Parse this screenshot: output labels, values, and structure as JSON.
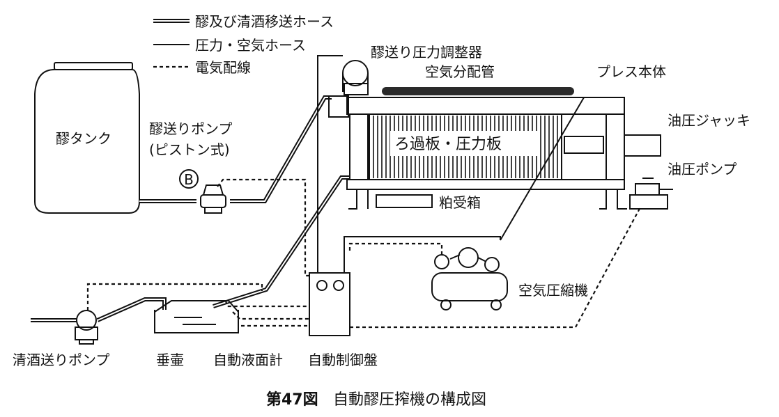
{
  "legend": {
    "hose": "醪及び清酒移送ホース",
    "air": "圧力・空気ホース",
    "wire": "電気配線"
  },
  "labels": {
    "tank": "醪タンク",
    "pump_line1": "醪送りポンプ",
    "pump_line2": "(ピストン式)",
    "marker": "B",
    "regulator": "醪送り圧力調整器",
    "air_pipe": "空気分配管",
    "press_body": "プレス本体",
    "jack": "油圧ジャッキ",
    "hyd_pump": "油圧ポンプ",
    "plates": "ろ過板・圧力板",
    "lees_box": "粕受箱",
    "compressor": "空気圧縮機",
    "sake_pump": "清酒送りポンプ",
    "tare": "垂壷",
    "level_gauge": "自動液面計",
    "control_panel": "自動制御盤"
  },
  "caption": {
    "number": "第47図",
    "title": "自動醪圧搾機の構成図"
  }
}
